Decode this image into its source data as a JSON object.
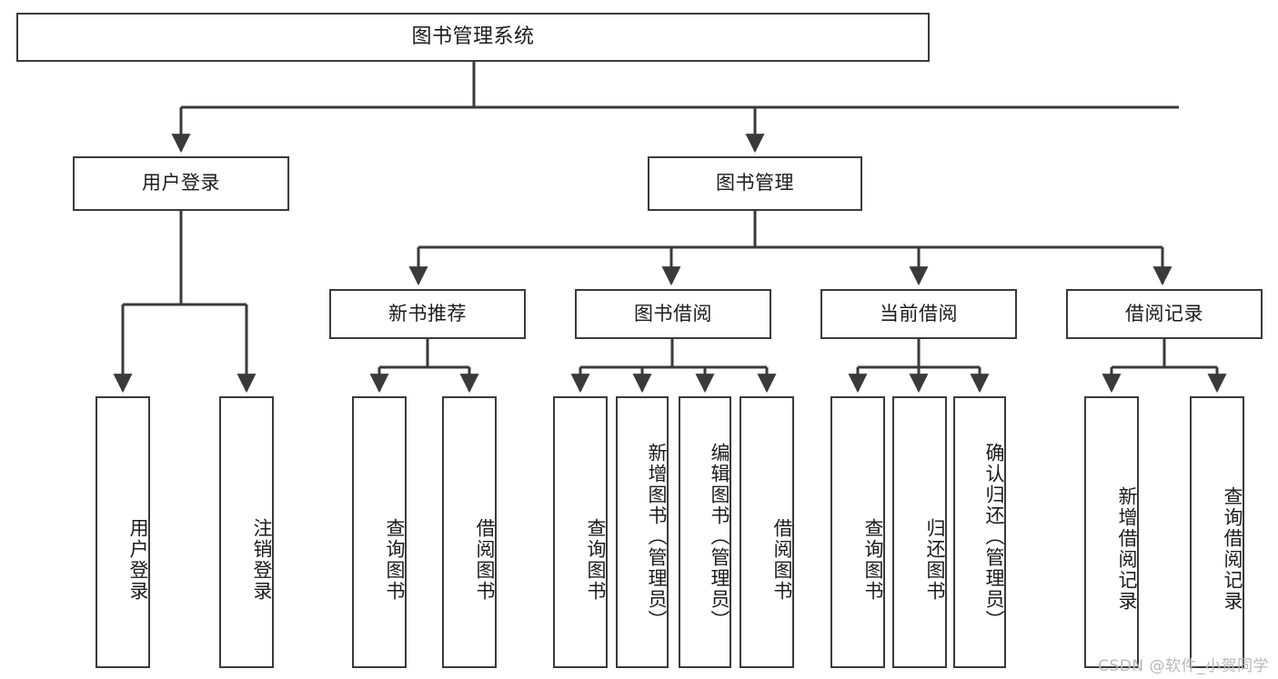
{
  "title": "图书管理系统",
  "watermark": "CSDN @软件_小贺同学",
  "colors": {
    "stroke": "#3a3a3a",
    "text": "#1b1b1b",
    "background": "#ffffff",
    "watermark": "#b9b9b9"
  },
  "nodes": {
    "root": {
      "label": "图书管理系统"
    },
    "level2": [
      {
        "key": "user_login",
        "label": "用户登录"
      },
      {
        "key": "book_manage",
        "label": "图书管理"
      }
    ],
    "level3": [
      {
        "key": "new_book_recommend",
        "label": "新书推荐"
      },
      {
        "key": "book_borrow",
        "label": "图书借阅"
      },
      {
        "key": "current_borrow",
        "label": "当前借阅"
      },
      {
        "key": "borrow_record",
        "label": "借阅记录"
      }
    ],
    "leaves": {
      "user_login": [
        {
          "key": "leaf_user_login",
          "label": "用户登录"
        },
        {
          "key": "leaf_logout",
          "label": "注销登录"
        }
      ],
      "new_book_recommend": [
        {
          "key": "leaf_query_book_1",
          "label": "查询图书"
        },
        {
          "key": "leaf_borrow_book_1",
          "label": "借阅图书"
        }
      ],
      "book_borrow": [
        {
          "key": "leaf_query_book_2",
          "label": "查询图书"
        },
        {
          "key": "leaf_add_book",
          "label": "新增图书（管理员）"
        },
        {
          "key": "leaf_edit_book",
          "label": "编辑图书（管理员）"
        },
        {
          "key": "leaf_borrow_book_2",
          "label": "借阅图书"
        }
      ],
      "current_borrow": [
        {
          "key": "leaf_query_book_3",
          "label": "查询图书"
        },
        {
          "key": "leaf_return_book",
          "label": "归还图书"
        },
        {
          "key": "leaf_confirm_return",
          "label": "确认归还（管理员）"
        }
      ],
      "borrow_record": [
        {
          "key": "leaf_add_record",
          "label": "新增借阅记录"
        },
        {
          "key": "leaf_query_record",
          "label": "查询借阅记录"
        }
      ]
    }
  }
}
